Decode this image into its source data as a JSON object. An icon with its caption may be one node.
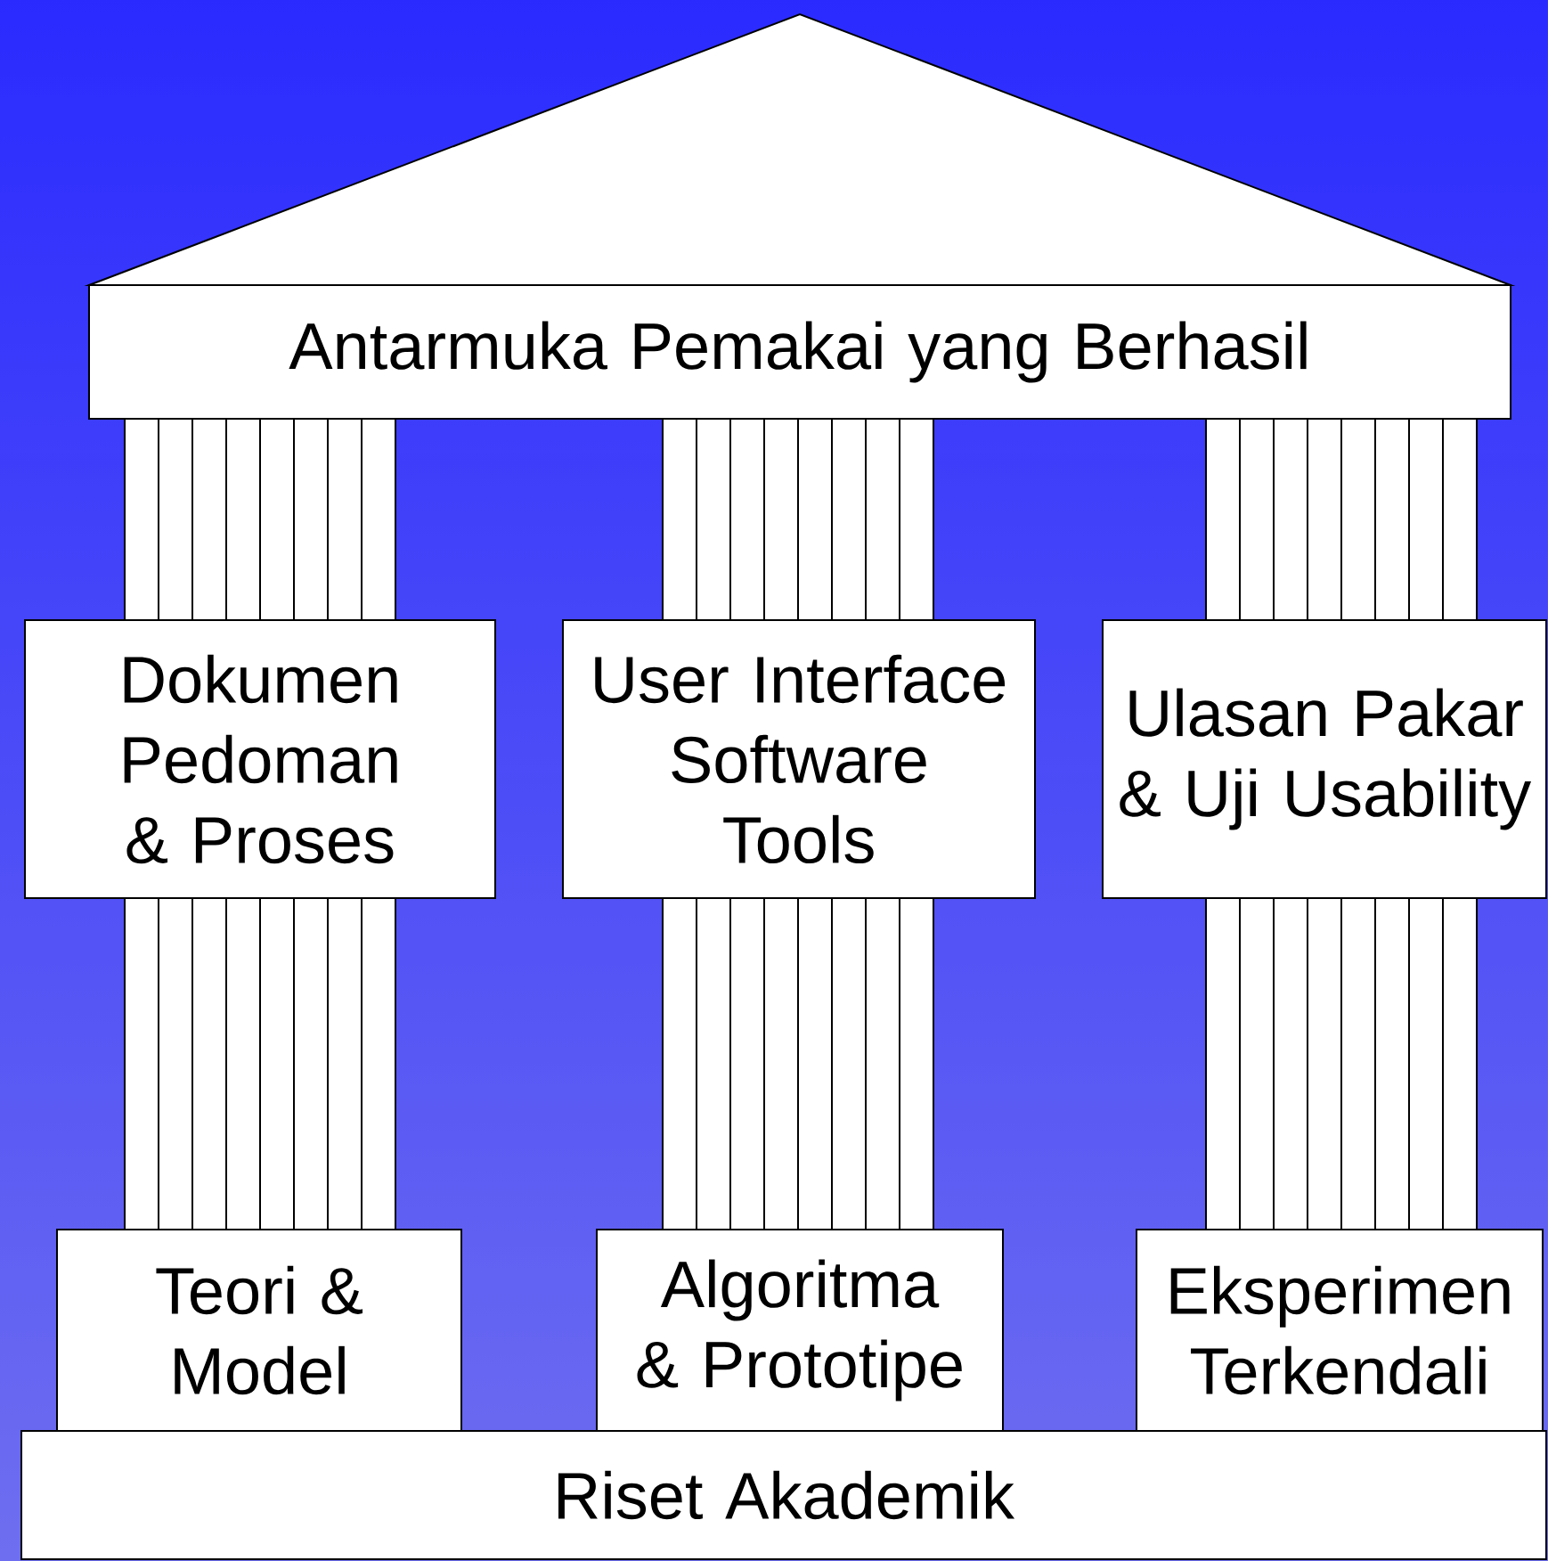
{
  "diagram": {
    "nodes": [
      {
        "text": [
          "Antarmuka Pemakai yang Berhasil"
        ]
      },
      {
        "text": [
          "Dokumen Pedoman & Proses"
        ]
      },
      {
        "text": [
          "User Interface Software Tools"
        ]
      },
      {
        "text": [
          "Ulasan Pakar & Uji Usability"
        ]
      },
      {
        "text": [
          "Teori & Model"
        ]
      },
      {
        "text": [
          "Algoritma & Prototipe"
        ]
      },
      {
        "text": [
          "Eksperimen Terkendali"
        ]
      },
      {
        "text": [
          "Riset Akademik"
        ]
      }
    ]
  }
}
